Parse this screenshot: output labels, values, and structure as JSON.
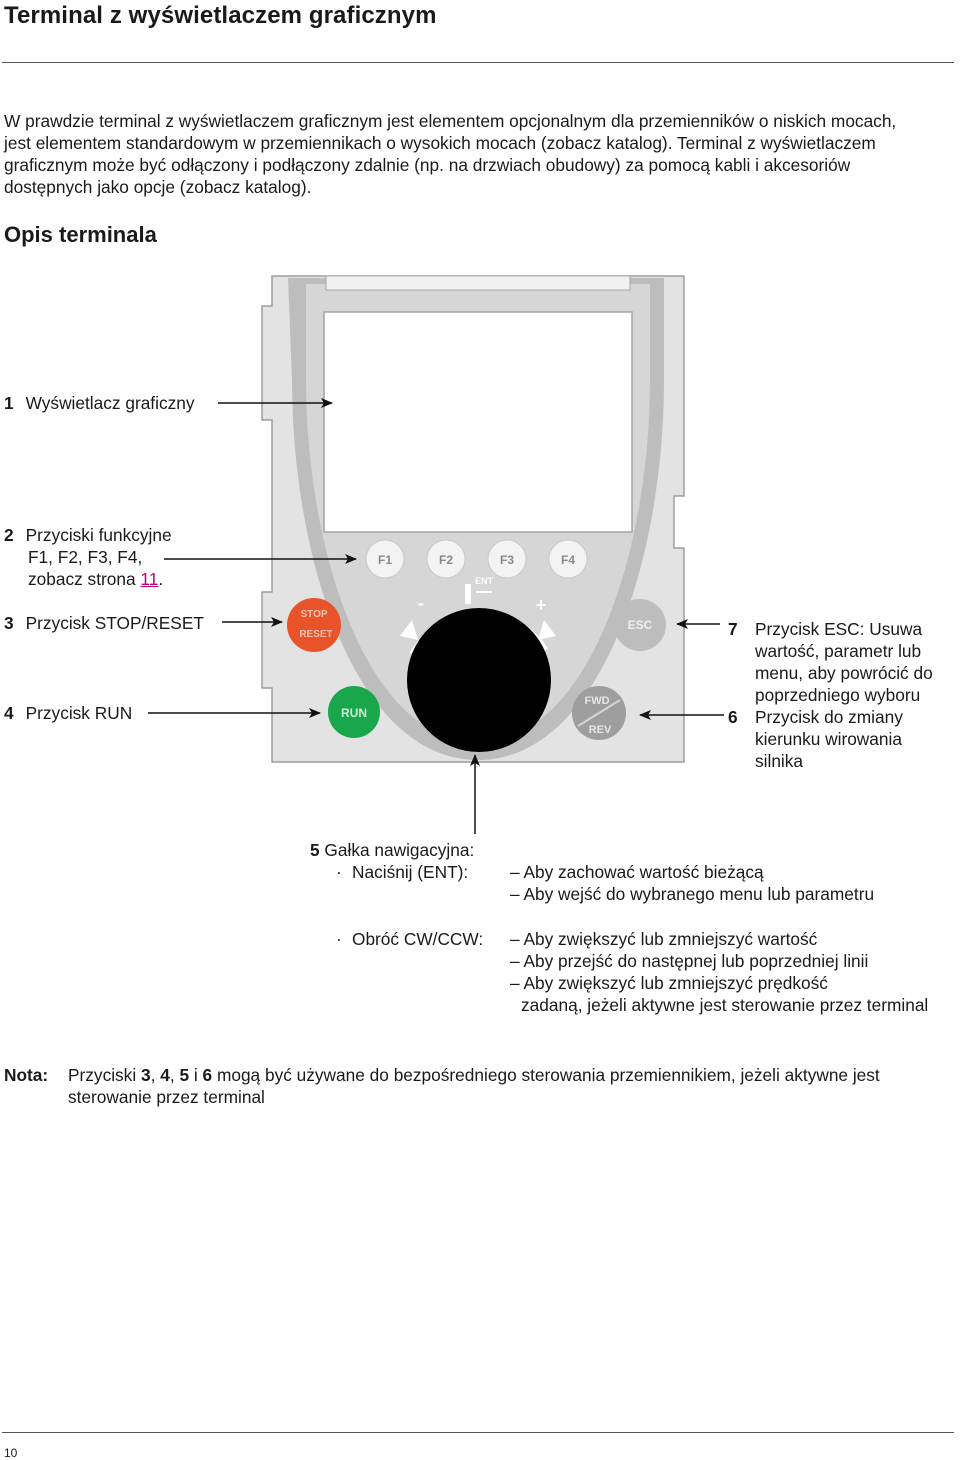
{
  "page": {
    "title": "Terminal z wyświetlaczem graficznym",
    "intro": "W prawdzie terminal z wyświetlaczem graficznym jest elementem opcjonalnym dla przemienników o niskich mocach, jest elementem standardowym w przemiennikach o wysokich mocach (zobacz katalog). Terminal z wyświetlaczem graficznym może być odłączony i podłączony zdalnie (np. na drzwiach obudowy) za pomocą kabli i akcesoriów dostępnych jako opcje (zobacz katalog).",
    "subheading": "Opis terminala",
    "page_number": "10"
  },
  "callouts": {
    "c1": {
      "num": "1",
      "text": "Wyświetlacz graficzny"
    },
    "c2": {
      "num": "2",
      "line1": "Przyciski funkcyjne",
      "line2": "F1, F2, F3, F4,",
      "line3_prefix": "zobacz strona ",
      "link": "11",
      "line3_suffix": "."
    },
    "c3": {
      "num": "3",
      "text": "Przycisk STOP/RESET"
    },
    "c4": {
      "num": "4",
      "text": "Przycisk RUN"
    },
    "c7": {
      "num": "7",
      "line1": "Przycisk ESC: Usuwa",
      "line2": "wartość, parametr lub",
      "line3": "menu, aby powrócić do",
      "line4": "poprzedniego wyboru"
    },
    "c6": {
      "num": "6",
      "line1": "Przycisk do zmiany",
      "line2": "kierunku wirowania",
      "line3": "silnika"
    }
  },
  "keypad": {
    "f_keys": [
      "F1",
      "F2",
      "F3",
      "F4"
    ],
    "stop_label_1": "STOP",
    "stop_label_2": "RESET",
    "run_label": "RUN",
    "esc_label": "ESC",
    "fwd_label": "FWD",
    "rev_label": "REV",
    "ent_label": "ENT",
    "minus_label": "-",
    "plus_label": "+",
    "colors": {
      "stop": "#e8532a",
      "run": "#1aa64a",
      "body": "#e4e4e4",
      "trim": "#b9b9b9",
      "knob": "#000000"
    }
  },
  "knob_description": {
    "heading_num": "5",
    "heading": " Gałka nawigacyjna:",
    "press_label": "Naciśnij (ENT):",
    "press_items": [
      "– Aby zachować wartość bieżącą",
      "– Aby wejść do wybranego menu lub parametru"
    ],
    "turn_label": "Obróć CW/CCW:",
    "turn_items": [
      "– Aby zwiększyć lub zmniejszyć wartość",
      "– Aby przejść do następnej lub poprzedniej linii",
      "– Aby zwiększyć lub zmniejszyć prędkość"
    ],
    "turn_cont": "zadaną, jeżeli aktywne jest sterowanie przez terminal",
    "bullet": "·"
  },
  "note": {
    "label": "Nota:",
    "pre": "Przyciski ",
    "k3": "3",
    "sep1": ", ",
    "k4": "4",
    "sep2": ", ",
    "k5": "5",
    "sep3": " i ",
    "k6": "6",
    "post": " mogą być używane do bezpośredniego sterowania przemiennikiem, jeżeli aktywne jest sterowanie przez terminal"
  }
}
